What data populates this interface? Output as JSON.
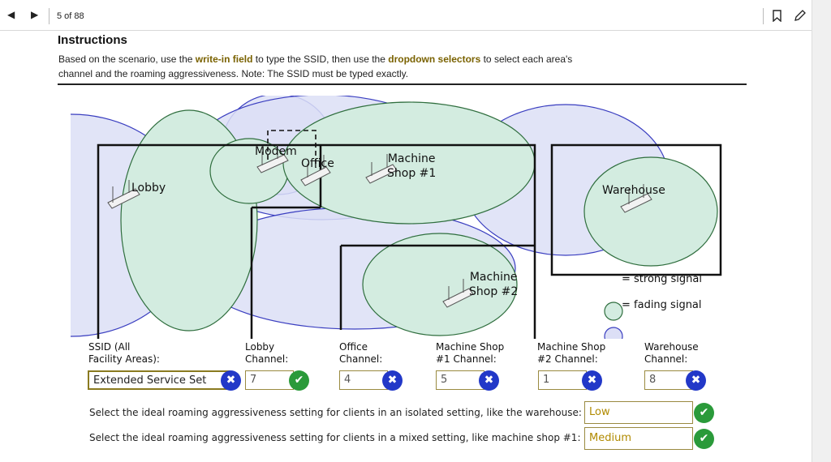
{
  "toolbar": {
    "counter": "5 of 88",
    "prev_icon": "triangle-left-icon",
    "next_icon": "triangle-right-icon",
    "bookmark_icon": "bookmark-icon",
    "edit_icon": "pencil-icon"
  },
  "instructions": {
    "title": "Instructions",
    "line1_a": "Based on the scenario, use the ",
    "line1_b": "write-in field",
    "line1_c": " to type the SSID, then use the ",
    "line1_d": "dropdown selectors",
    "line1_e": " to select each area's",
    "line2": "channel and the roaming aggressiveness. Note: The SSID must be typed exactly."
  },
  "diagram": {
    "areas": {
      "lobby": "Lobby",
      "modem": "Modem",
      "office": "Office",
      "machine1_l1": "Machine",
      "machine1_l2": "Shop #1",
      "machine2_l1": "Machine",
      "machine2_l2": "Shop #2",
      "warehouse": "Warehouse"
    },
    "legend": {
      "strong": "= strong signal",
      "fading": "= fading signal"
    },
    "colors": {
      "strong_fill": "#d3ece0",
      "strong_stroke": "#2f6e3e",
      "fading_fill": "#dcdff6",
      "fading_stroke": "#3a3ec0"
    }
  },
  "fields": {
    "ssid_label_1": "SSID (All",
    "ssid_label_2": "Facility Areas):",
    "ssid_value": "Extended Service Set",
    "lobby_label_1": "Lobby",
    "lobby_label_2": "Channel:",
    "lobby_value": "7",
    "office_label_1": "Office",
    "office_label_2": "Channel:",
    "office_value": "4",
    "ms1_label_1": "Machine Shop",
    "ms1_label_2": "#1 Channel:",
    "ms1_value": "5",
    "ms2_label_1": "Machine Shop",
    "ms2_label_2": "#2 Channel:",
    "ms2_value": "1",
    "wh_label_1": "Warehouse",
    "wh_label_2": "Channel:",
    "wh_value": "8"
  },
  "status": {
    "x": "✖",
    "ok": "✔"
  },
  "roaming": {
    "q1": "Select the ideal roaming aggressiveness setting for clients in an isolated setting, like the warehouse:",
    "q1_value": "Low",
    "q2": "Select the ideal roaming aggressiveness setting for clients in a mixed setting, like machine shop #1:",
    "q2_value": "Medium"
  }
}
